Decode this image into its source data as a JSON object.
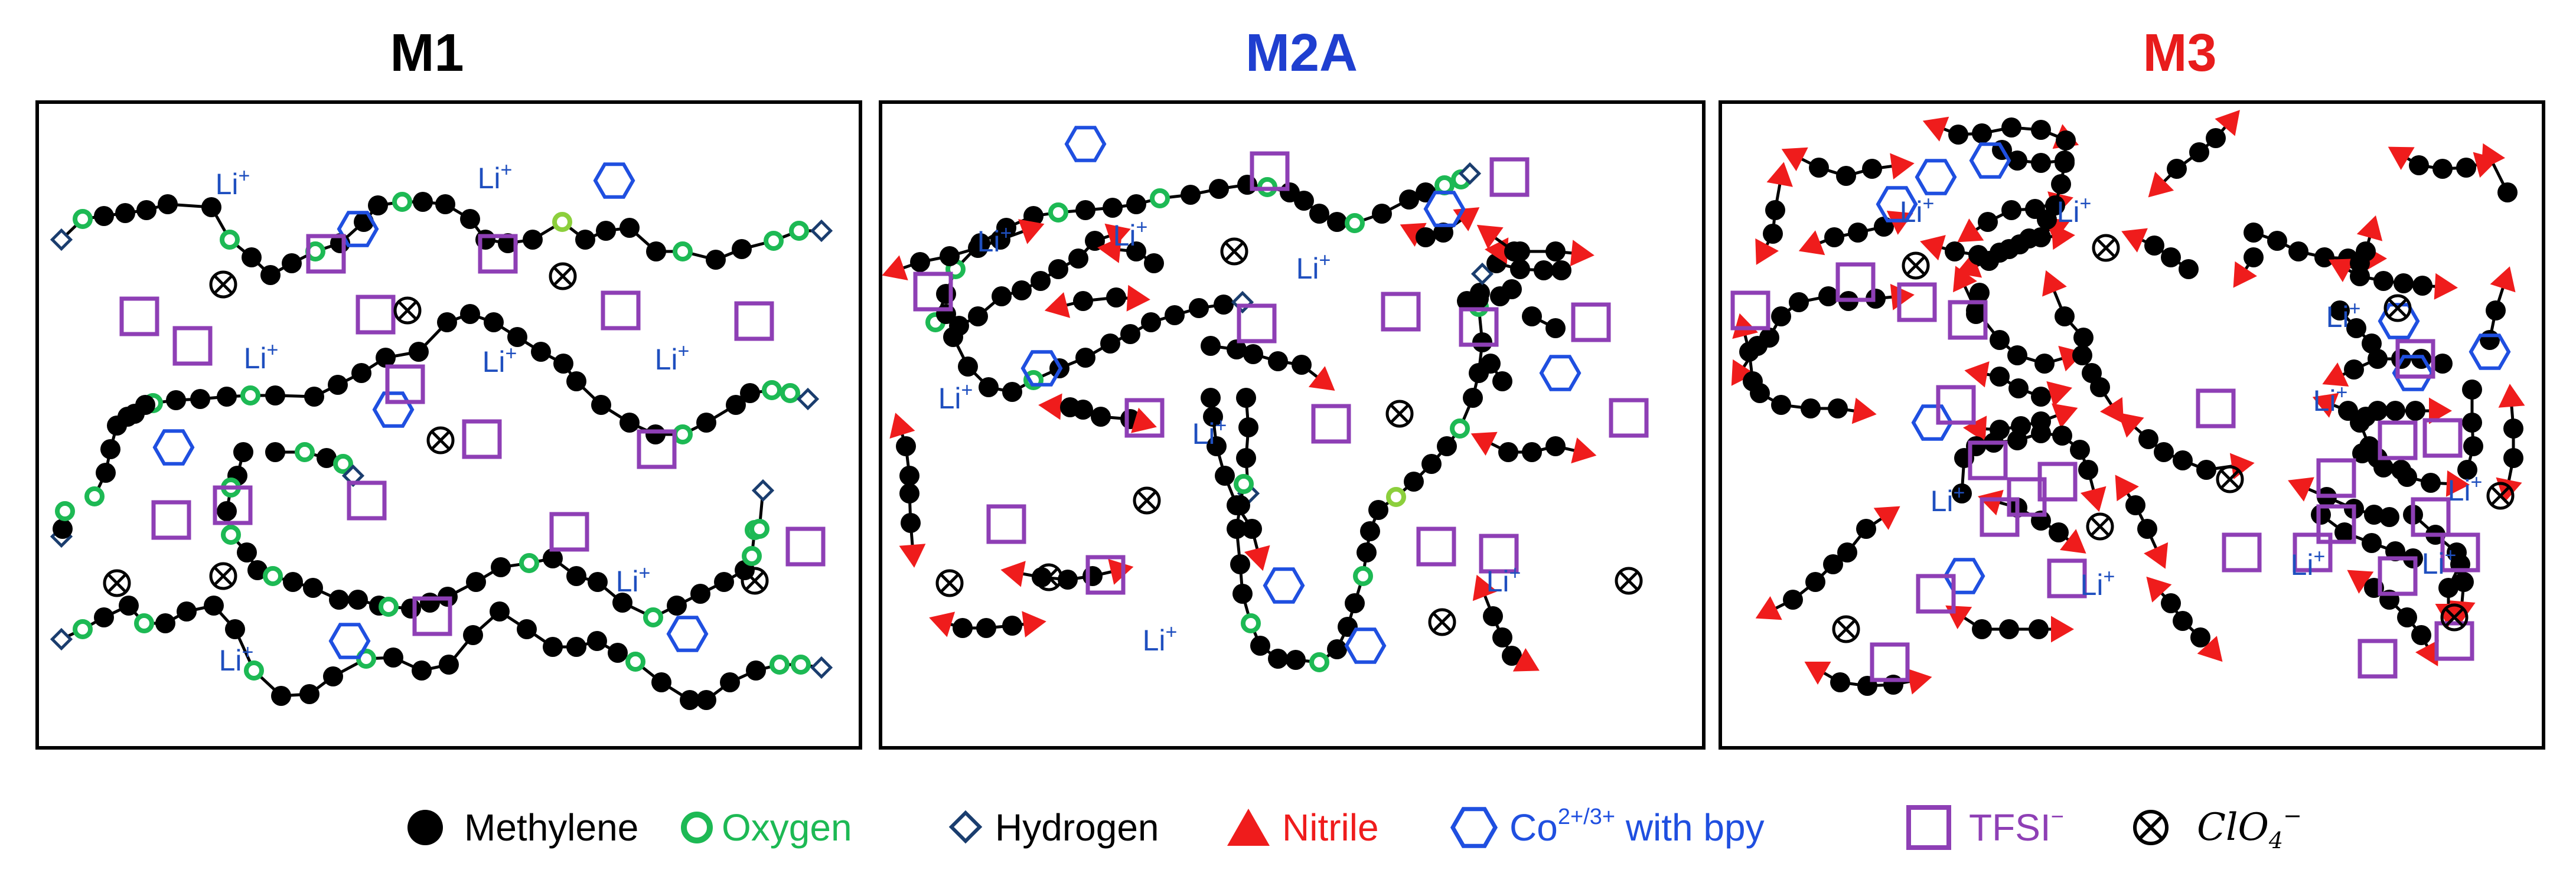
{
  "panels": [
    {
      "id": "M1",
      "title": "M1",
      "title_color": "#000000"
    },
    {
      "id": "M2A",
      "title": "M2A",
      "title_color": "#1f3fd0"
    },
    {
      "id": "M3",
      "title": "M3",
      "title_color": "#e81c1c"
    }
  ],
  "ion_label": "Li",
  "ion_charge": "+",
  "legend": {
    "methylene": "Methylene",
    "oxygen": "Oxygen",
    "hydrogen": "Hydrogen",
    "nitrile": "Nitrile",
    "cobalt_prefix": "Co",
    "cobalt_sup": "2+/3+",
    "cobalt_suffix": " with bpy",
    "tfsi_base": "TFSI",
    "tfsi_sup": "−",
    "perchlorate_base": "ClO",
    "perchlorate_sub": "4",
    "perchlorate_sup": "−"
  },
  "colors": {
    "methylene": "#000000",
    "oxygen": "#1db954",
    "oxygen_light": "#8ccf3c",
    "hydrogen": "#1a3d6e",
    "nitrile": "#ef1c1c",
    "cobalt": "#1f4fe0",
    "tfsi": "#8e3fb5",
    "perchlorate": "#000000",
    "li": "#1f4fbf"
  },
  "icons": {
    "methylene": "filled-circle-icon",
    "oxygen": "hollow-circle-icon",
    "hydrogen": "diamond-icon",
    "nitrile": "triangle-icon",
    "cobalt": "hexagon-icon",
    "tfsi": "square-icon",
    "perchlorate": "circled-x-icon"
  }
}
